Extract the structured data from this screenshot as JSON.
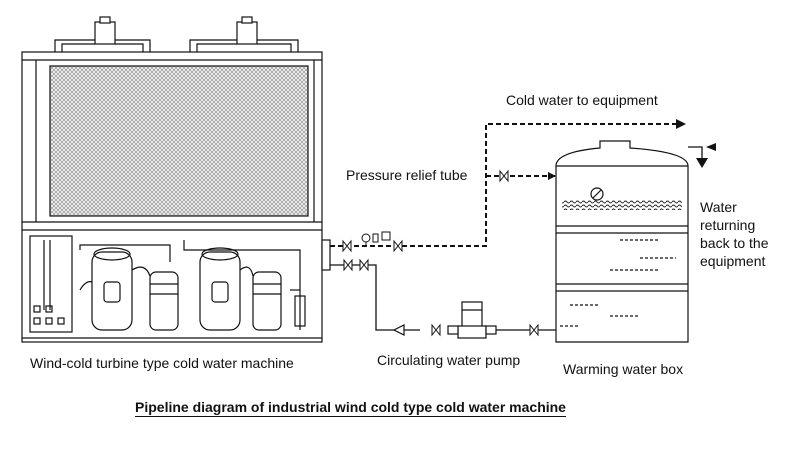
{
  "diagram": {
    "title": "Pipeline diagram of industrial wind cold type cold water machine",
    "labels": {
      "cold_water_to_equipment": "Cold water to equipment",
      "pressure_relief_tube": "Pressure relief tube",
      "water_returning": "Water returning back to the equipment",
      "machine": "Wind-cold turbine type cold water machine",
      "pump": "Circulating water pump",
      "warming_box": "Warming water box"
    },
    "colors": {
      "line": "#111111",
      "background": "#ffffff"
    }
  }
}
